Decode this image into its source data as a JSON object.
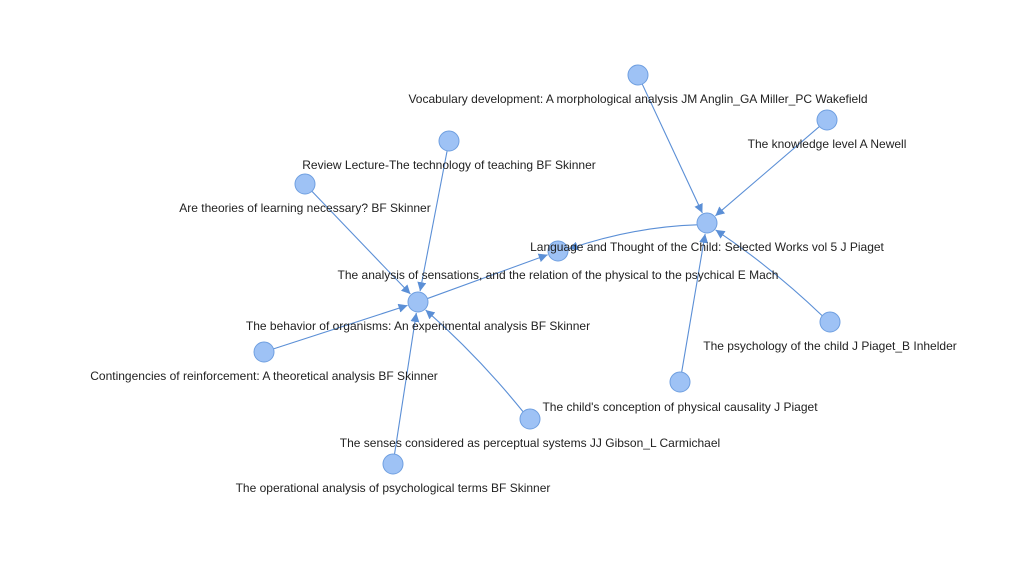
{
  "graph": {
    "nodes": [
      {
        "id": "n_behavior",
        "name": "node-behavior-of-organisms",
        "label": "The behavior of organisms: An experimental analysis BF Skinner"
      },
      {
        "id": "n_language",
        "name": "node-language-and-thought",
        "label": "Language and Thought of the Child: Selected Works vol 5 J Piaget"
      },
      {
        "id": "n_hub2",
        "name": "node-piaget-hub",
        "label": ""
      },
      {
        "id": "n_mach",
        "name": "node-analysis-of-sensations",
        "label": "The analysis of sensations, and the relation of the physical to the psychical E Mach"
      },
      {
        "id": "n_vocab",
        "name": "node-vocabulary-development",
        "label": "Vocabulary development: A morphological analysis JM Anglin_GA Miller_PC Wakefield"
      },
      {
        "id": "n_knowledge",
        "name": "node-knowledge-level",
        "label": "The knowledge level A Newell"
      },
      {
        "id": "n_review",
        "name": "node-review-lecture",
        "label": "Review Lecture-The technology of teaching BF Skinner"
      },
      {
        "id": "n_theories",
        "name": "node-theories-of-learning",
        "label": "Are theories of learning necessary? BF Skinner"
      },
      {
        "id": "n_psychchild",
        "name": "node-psychology-of-the-child",
        "label": "The psychology of the child J Piaget_B Inhelder"
      },
      {
        "id": "n_contingencies",
        "name": "node-contingencies-of-reinforcement",
        "label": "Contingencies of reinforcement: A theoretical analysis BF Skinner"
      },
      {
        "id": "n_causality",
        "name": "node-childs-conception-causality",
        "label": "The child's conception of physical causality J Piaget"
      },
      {
        "id": "n_senses",
        "name": "node-senses-perceptual-systems",
        "label": "The senses considered as perceptual systems JJ Gibson_L Carmichael"
      },
      {
        "id": "n_operational",
        "name": "node-operational-analysis",
        "label": "The operational analysis of psychological terms BF Skinner"
      }
    ],
    "edges": [
      {
        "from": "n_review",
        "to": "n_behavior"
      },
      {
        "from": "n_theories",
        "to": "n_behavior"
      },
      {
        "from": "n_contingencies",
        "to": "n_behavior"
      },
      {
        "from": "n_senses",
        "to": "n_behavior"
      },
      {
        "from": "n_operational",
        "to": "n_behavior"
      },
      {
        "from": "n_behavior",
        "to": "n_language"
      },
      {
        "from": "n_hub2",
        "to": "n_language"
      },
      {
        "from": "n_vocab",
        "to": "n_hub2"
      },
      {
        "from": "n_knowledge",
        "to": "n_hub2"
      },
      {
        "from": "n_psychchild",
        "to": "n_hub2"
      },
      {
        "from": "n_causality",
        "to": "n_hub2"
      }
    ]
  }
}
